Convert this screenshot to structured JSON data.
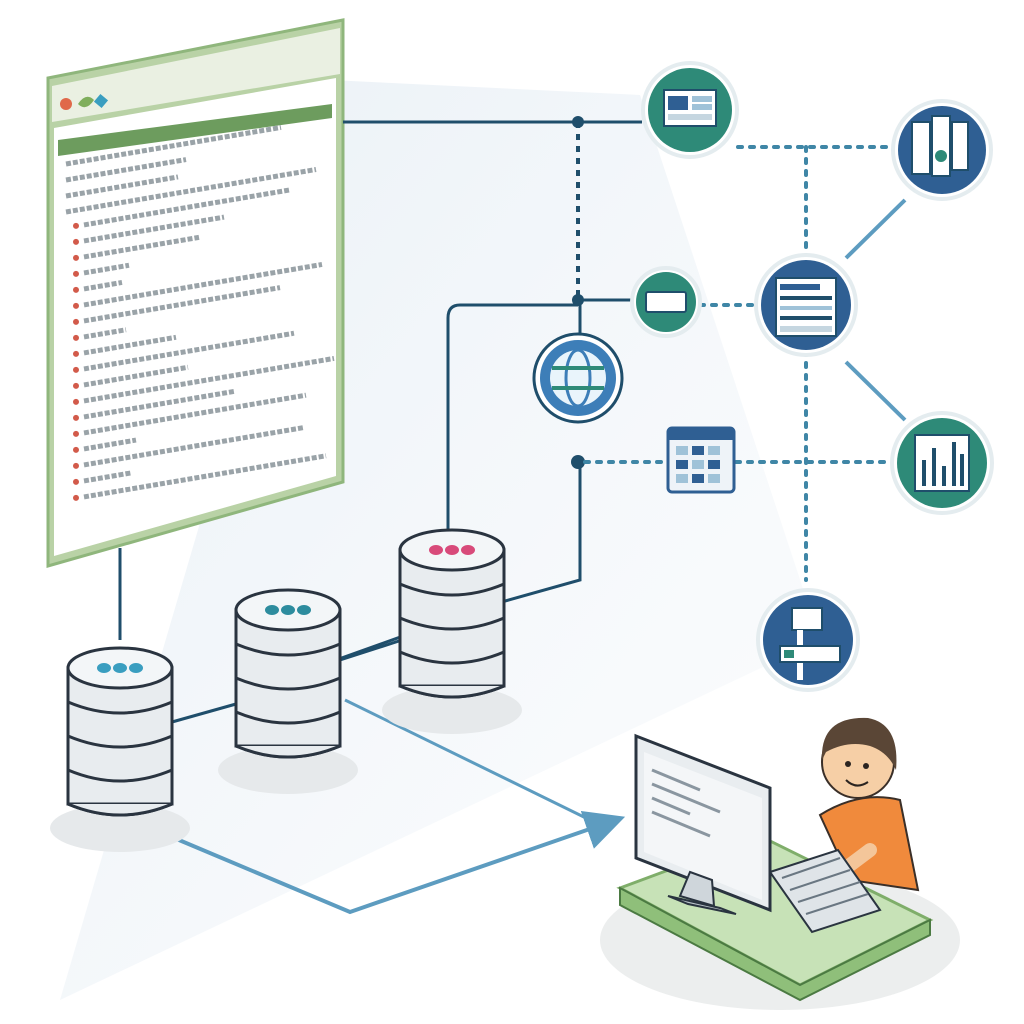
{
  "colors": {
    "frame_green": "#8fb67c",
    "frame_green_light": "#c9dcb8",
    "line_navy": "#1f4e6b",
    "dotted_teal": "#3f86a6",
    "arrow_blue": "#5d9cc0",
    "teal_node": "#2e8a78",
    "navy_node": "#2f5f93",
    "globe_node": "#3d7eb8",
    "db_body": "#e8ecef",
    "db_outline": "#2a3440",
    "bullet_red": "#d25a4a",
    "text_gray": "#9aa3a8",
    "shirt_orange": "#f08a3c",
    "desk_green": "#8fbf7a",
    "hair_brown": "#5a4636"
  },
  "code_window": {
    "traffic_icons": [
      "dot-red-icon",
      "leaf-icon",
      "tag-icon"
    ]
  },
  "databases": [
    {
      "name": "database-1",
      "top_icon": "cloud-dots-icon",
      "top_color": "#3a9ec0"
    },
    {
      "name": "database-2",
      "top_icon": "arrows-icon",
      "top_color": "#2d8c9e"
    },
    {
      "name": "database-3",
      "top_icon": "pink-dots-icon",
      "top_color": "#d84a7a"
    }
  ],
  "nodes": [
    {
      "name": "dashboard-node",
      "icon": "dashboard-icon",
      "kind": "teal"
    },
    {
      "name": "document-node",
      "icon": "document-icon",
      "kind": "navy"
    },
    {
      "name": "toggle-node",
      "icon": "toggle-icon",
      "kind": "teal"
    },
    {
      "name": "report-node",
      "icon": "report-icon",
      "kind": "navy"
    },
    {
      "name": "globe-node",
      "icon": "globe-icon",
      "kind": "globe"
    },
    {
      "name": "calendar-node",
      "icon": "calendar-icon",
      "kind": "plain"
    },
    {
      "name": "bar-chart-node",
      "icon": "bar-chart-icon",
      "kind": "teal"
    },
    {
      "name": "flowchart-node",
      "icon": "flowchart-icon",
      "kind": "navy"
    }
  ],
  "workstation": {
    "person": "developer-avatar",
    "monitor_icon": "monitor-icon",
    "keyboard_icon": "keyboard-icon"
  }
}
